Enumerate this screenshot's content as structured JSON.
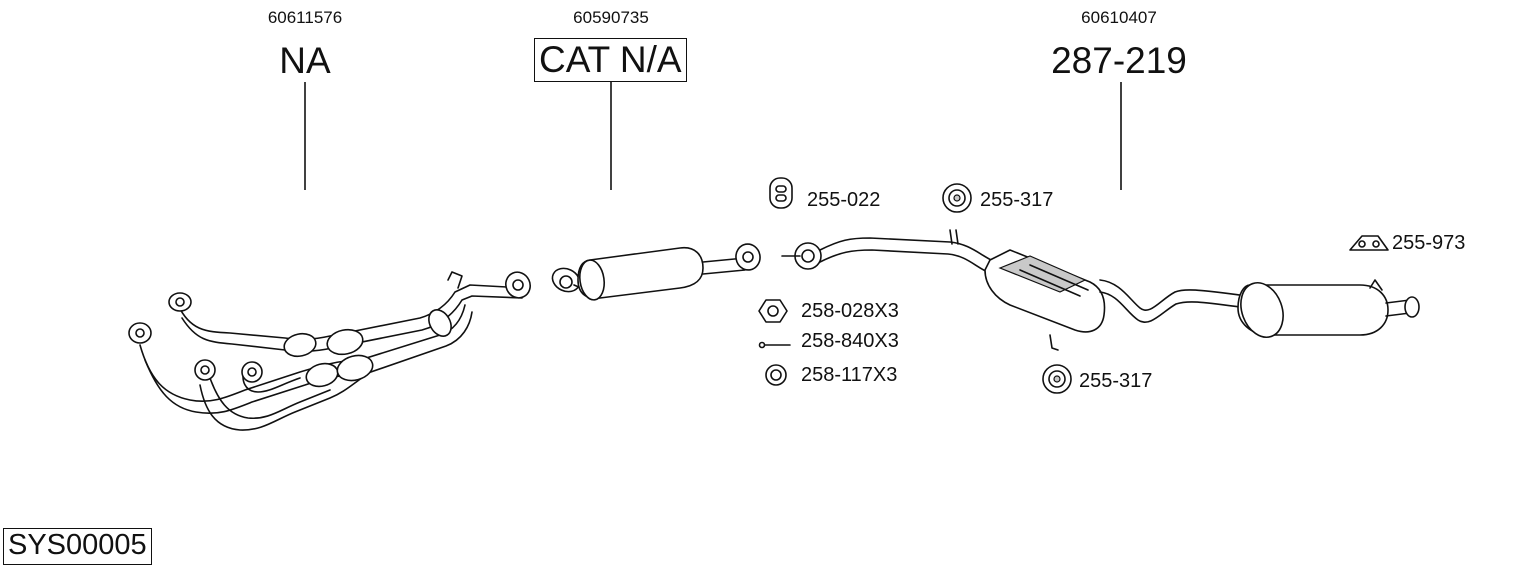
{
  "diagram_id": "SYS00005",
  "sections": [
    {
      "oe_number": "60611576",
      "part_number": "NA",
      "boxed": false
    },
    {
      "oe_number": "60590735",
      "part_number": "CAT N/A",
      "boxed": true
    },
    {
      "oe_number": "60610407",
      "part_number": "287-219",
      "boxed": false
    }
  ],
  "fitting_labels": {
    "hanger_a": "255-022",
    "mount_top": "255-317",
    "bracket_right": "255-973",
    "nut": "258-028X3",
    "bolt": "258-840X3",
    "ring": "258-117X3",
    "mount_bottom": "255-317"
  }
}
